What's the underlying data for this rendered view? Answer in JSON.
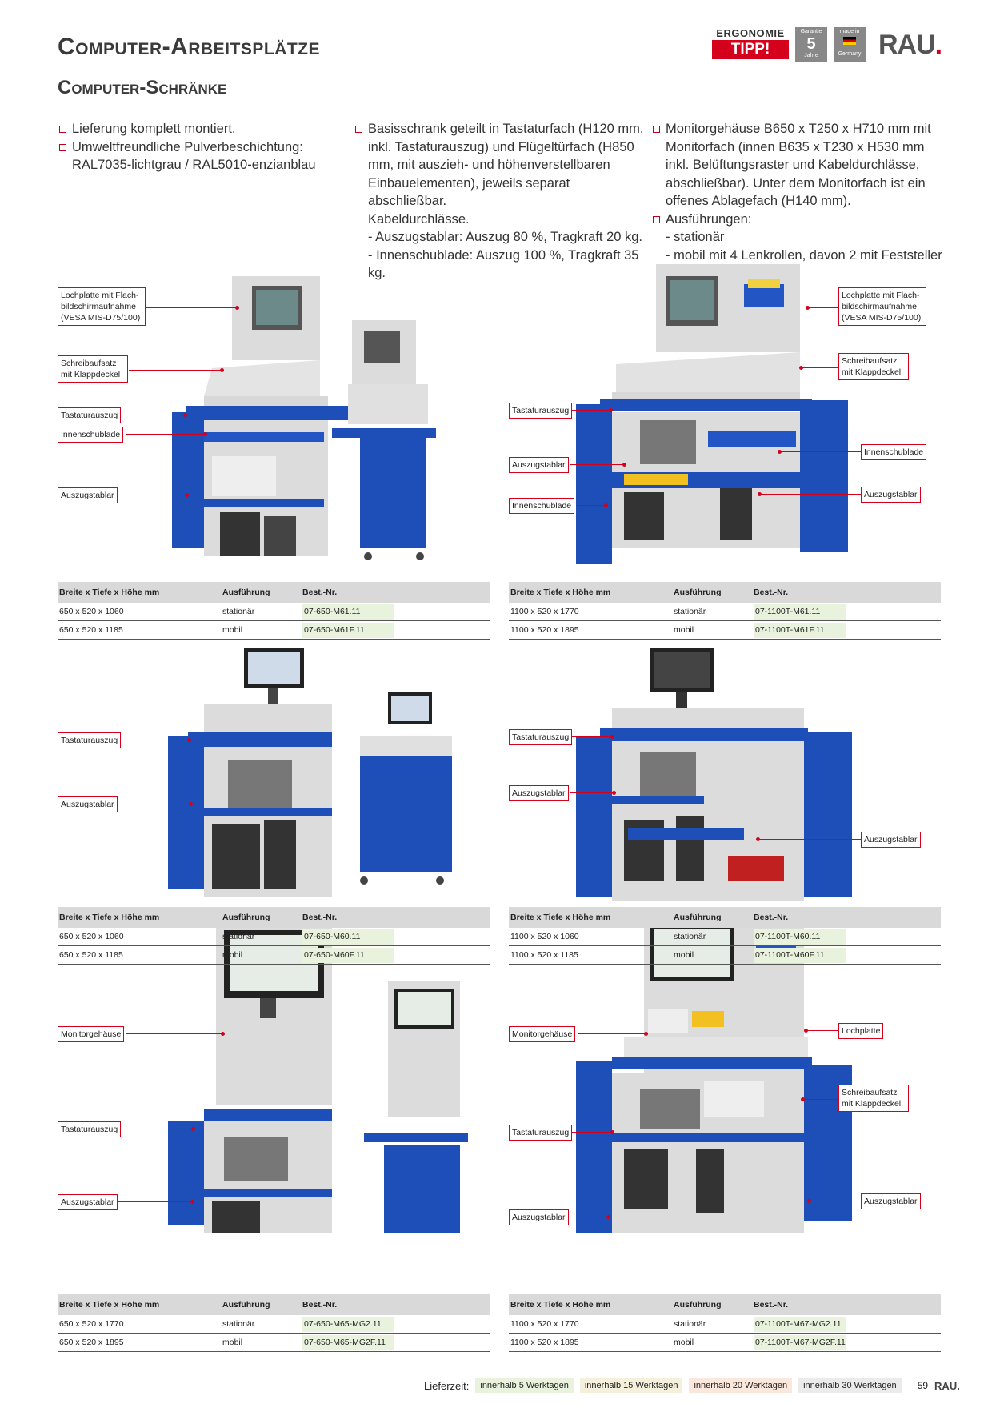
{
  "title": "Computer-Arbeitsplätze",
  "subtitle": "Computer-Schränke",
  "logos": {
    "ergo_top": "ERGONOMIE",
    "ergo_tipp": "TIPP!",
    "garantie_label": "Garantie",
    "garantie_years": "5",
    "garantie_unit": "Jahre",
    "made_in": "made in",
    "germany": "Germany",
    "brand": "RAU",
    "brand_dot": "."
  },
  "col1": [
    "Lieferung komplett montiert.",
    "Umweltfreundliche Pulverbeschichtung: RAL7035-lichtgrau / RAL5010-enzianblau"
  ],
  "col2": {
    "item": "Basisschrank geteilt in Tastaturfach (H120 mm, inkl. Tastaturauszug) und Flügeltürfach (H850 mm, mit auszieh- und höhenverstellbaren Einbauelementen), jeweils separat abschließbar.",
    "lines": [
      "Kabeldurchlässe.",
      "- Auszugstablar: Auszug 80 %, Tragkraft 20 kg.",
      "- Innenschublade: Auszug 100 %, Tragkraft 35 kg."
    ]
  },
  "col3": {
    "item1": "Monitorgehäuse B650 x T250 x H710 mm mit Monitorfach (innen B635 x T230 x H530 mm inkl. Belüftungsraster und Kabeldurchlässe, abschließbar). Unter dem Monitorfach ist ein offenes Ablagefach (H140 mm).",
    "item2": "Ausführungen:",
    "lines": [
      "- stationär",
      "- mobil mit 4 Lenkrollen, davon 2 mit Feststeller"
    ]
  },
  "labels": {
    "lochplatte_flach": "Lochplatte mit Flach- bildschirmaufnahme (VESA MIS-D75/100)",
    "schreibaufsatz": "Schreibaufsatz mit Klappdeckel",
    "tastaturauszug": "Tastaturauszug",
    "innenschublade": "Innenschublade",
    "auszugstablar": "Auszugstablar",
    "monitorgehaeuse": "Monitorgehäuse",
    "lochplatte": "Lochplatte"
  },
  "table_headers": {
    "dims": "Breite x Tiefe x Höhe mm",
    "ausf": "Ausführung",
    "best": "Best.-Nr."
  },
  "tables": [
    {
      "rows": [
        [
          "650 x 520 x 1060",
          "stationär",
          "07-650-M61.11"
        ],
        [
          "650 x 520 x 1185",
          "mobil",
          "07-650-M61F.11"
        ]
      ]
    },
    {
      "rows": [
        [
          "1100 x 520 x 1770",
          "stationär",
          "07-1100T-M61.11"
        ],
        [
          "1100 x 520 x 1895",
          "mobil",
          "07-1100T-M61F.11"
        ]
      ]
    },
    {
      "rows": [
        [
          "650 x 520 x 1060",
          "stationär",
          "07-650-M60.11"
        ],
        [
          "650 x 520 x 1185",
          "mobil",
          "07-650-M60F.11"
        ]
      ]
    },
    {
      "rows": [
        [
          "1100 x 520 x 1060",
          "stationär",
          "07-1100T-M60.11"
        ],
        [
          "1100 x 520 x 1185",
          "mobil",
          "07-1100T-M60F.11"
        ]
      ]
    },
    {
      "rows": [
        [
          "650 x 520 x 1770",
          "stationär",
          "07-650-M65-MG2.11"
        ],
        [
          "650 x 520 x 1895",
          "mobil",
          "07-650-M65-MG2F.11"
        ]
      ]
    },
    {
      "rows": [
        [
          "1100 x 520 x 1770",
          "stationär",
          "07-1100T-M67-MG2.11"
        ],
        [
          "1100 x 520 x 1895",
          "mobil",
          "07-1100T-M67-MG2F.11"
        ]
      ]
    }
  ],
  "footer": {
    "lieferzeit": "Lieferzeit:",
    "t1": "innerhalb 5 Werktagen",
    "t2": "innerhalb 15 Werktagen",
    "t3": "innerhalb 20 Werktagen",
    "t4": "innerhalb 30 Werktagen",
    "page": "59",
    "brand": "RAU."
  },
  "colors": {
    "red": "#d4001c",
    "blue": "#1e4fb8",
    "grey": "#dcdcdc",
    "green_tag": "#e8f2dc",
    "orange_tag": "#fbe8dc",
    "yellow_tag": "#f5f0dc",
    "grey_tag": "#ebebeb"
  }
}
